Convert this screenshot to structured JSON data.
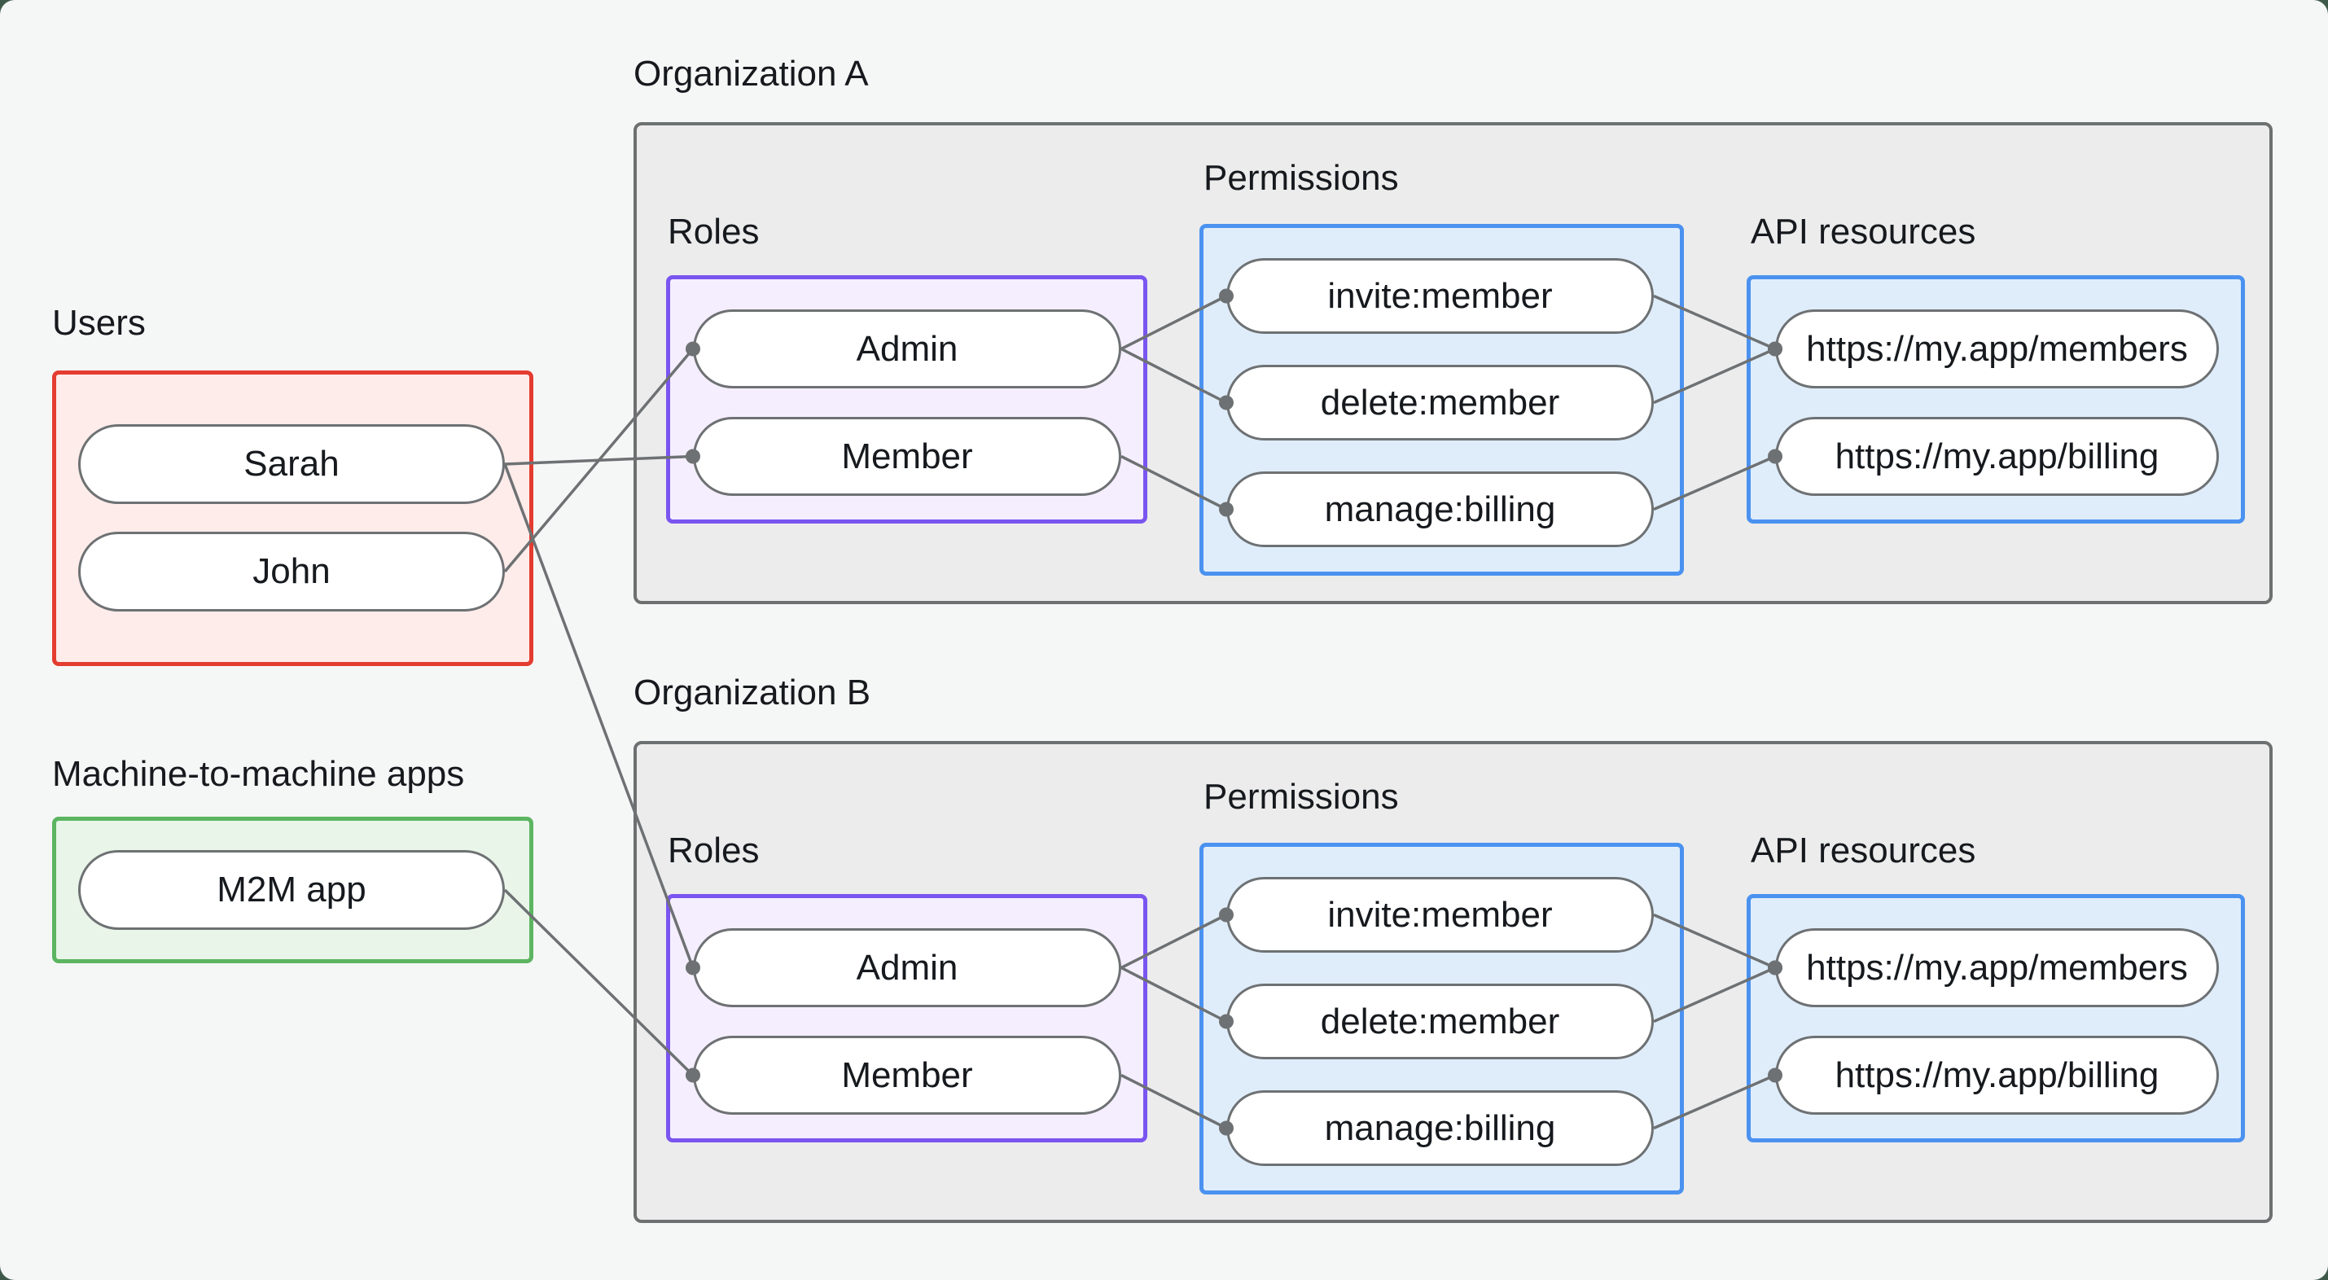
{
  "colors": {
    "backdrop": "#3d5949",
    "page_bg": "#f5f7f6",
    "text": "#16191d",
    "org_fill": "#ececec",
    "org_border": "#6d7070",
    "users_fill": "#fdecea",
    "users_border": "#e43c30",
    "m2m_fill": "#e9f5e9",
    "m2m_border": "#5cb561",
    "roles_fill": "#f5eefe",
    "roles_border": "#7a55f0",
    "perm_fill": "#dfedfb",
    "perm_border": "#4b92f0",
    "pill_fill": "#ffffff",
    "pill_border": "#6e7173",
    "edge": "#6e7173"
  },
  "labels": {
    "users": "Users",
    "m2m": "Machine-to-machine apps",
    "org_a": "Organization A",
    "org_b": "Organization B",
    "roles": "Roles",
    "permissions": "Permissions",
    "api_resources": "API resources"
  },
  "nodes": {
    "sarah": "Sarah",
    "john": "John",
    "m2m_app": "M2M app",
    "admin": "Admin",
    "member": "Member",
    "invite": "invite:member",
    "delete": "delete:member",
    "manage": "manage:billing",
    "members_api": "https://my.app/members",
    "billing_api": "https://my.app/billing"
  },
  "edges": [
    {
      "from": "sarah",
      "to": "memberA"
    },
    {
      "from": "john",
      "to": "adminA"
    },
    {
      "from": "sarah",
      "to": "adminB"
    },
    {
      "from": "m2m_app",
      "to": "memberB"
    },
    {
      "from": "adminA",
      "to": "inviteA"
    },
    {
      "from": "adminA",
      "to": "deleteA"
    },
    {
      "from": "memberA",
      "to": "manageA"
    },
    {
      "from": "inviteA",
      "to": "membersA"
    },
    {
      "from": "deleteA",
      "to": "membersA"
    },
    {
      "from": "manageA",
      "to": "billingA"
    },
    {
      "from": "adminB",
      "to": "inviteB"
    },
    {
      "from": "adminB",
      "to": "deleteB"
    },
    {
      "from": "memberB",
      "to": "manageB"
    },
    {
      "from": "inviteB",
      "to": "membersB"
    },
    {
      "from": "deleteB",
      "to": "membersB"
    },
    {
      "from": "manageB",
      "to": "billingB"
    }
  ],
  "edge_style": {
    "stroke_width": 3.5,
    "dot_radius": 9
  }
}
